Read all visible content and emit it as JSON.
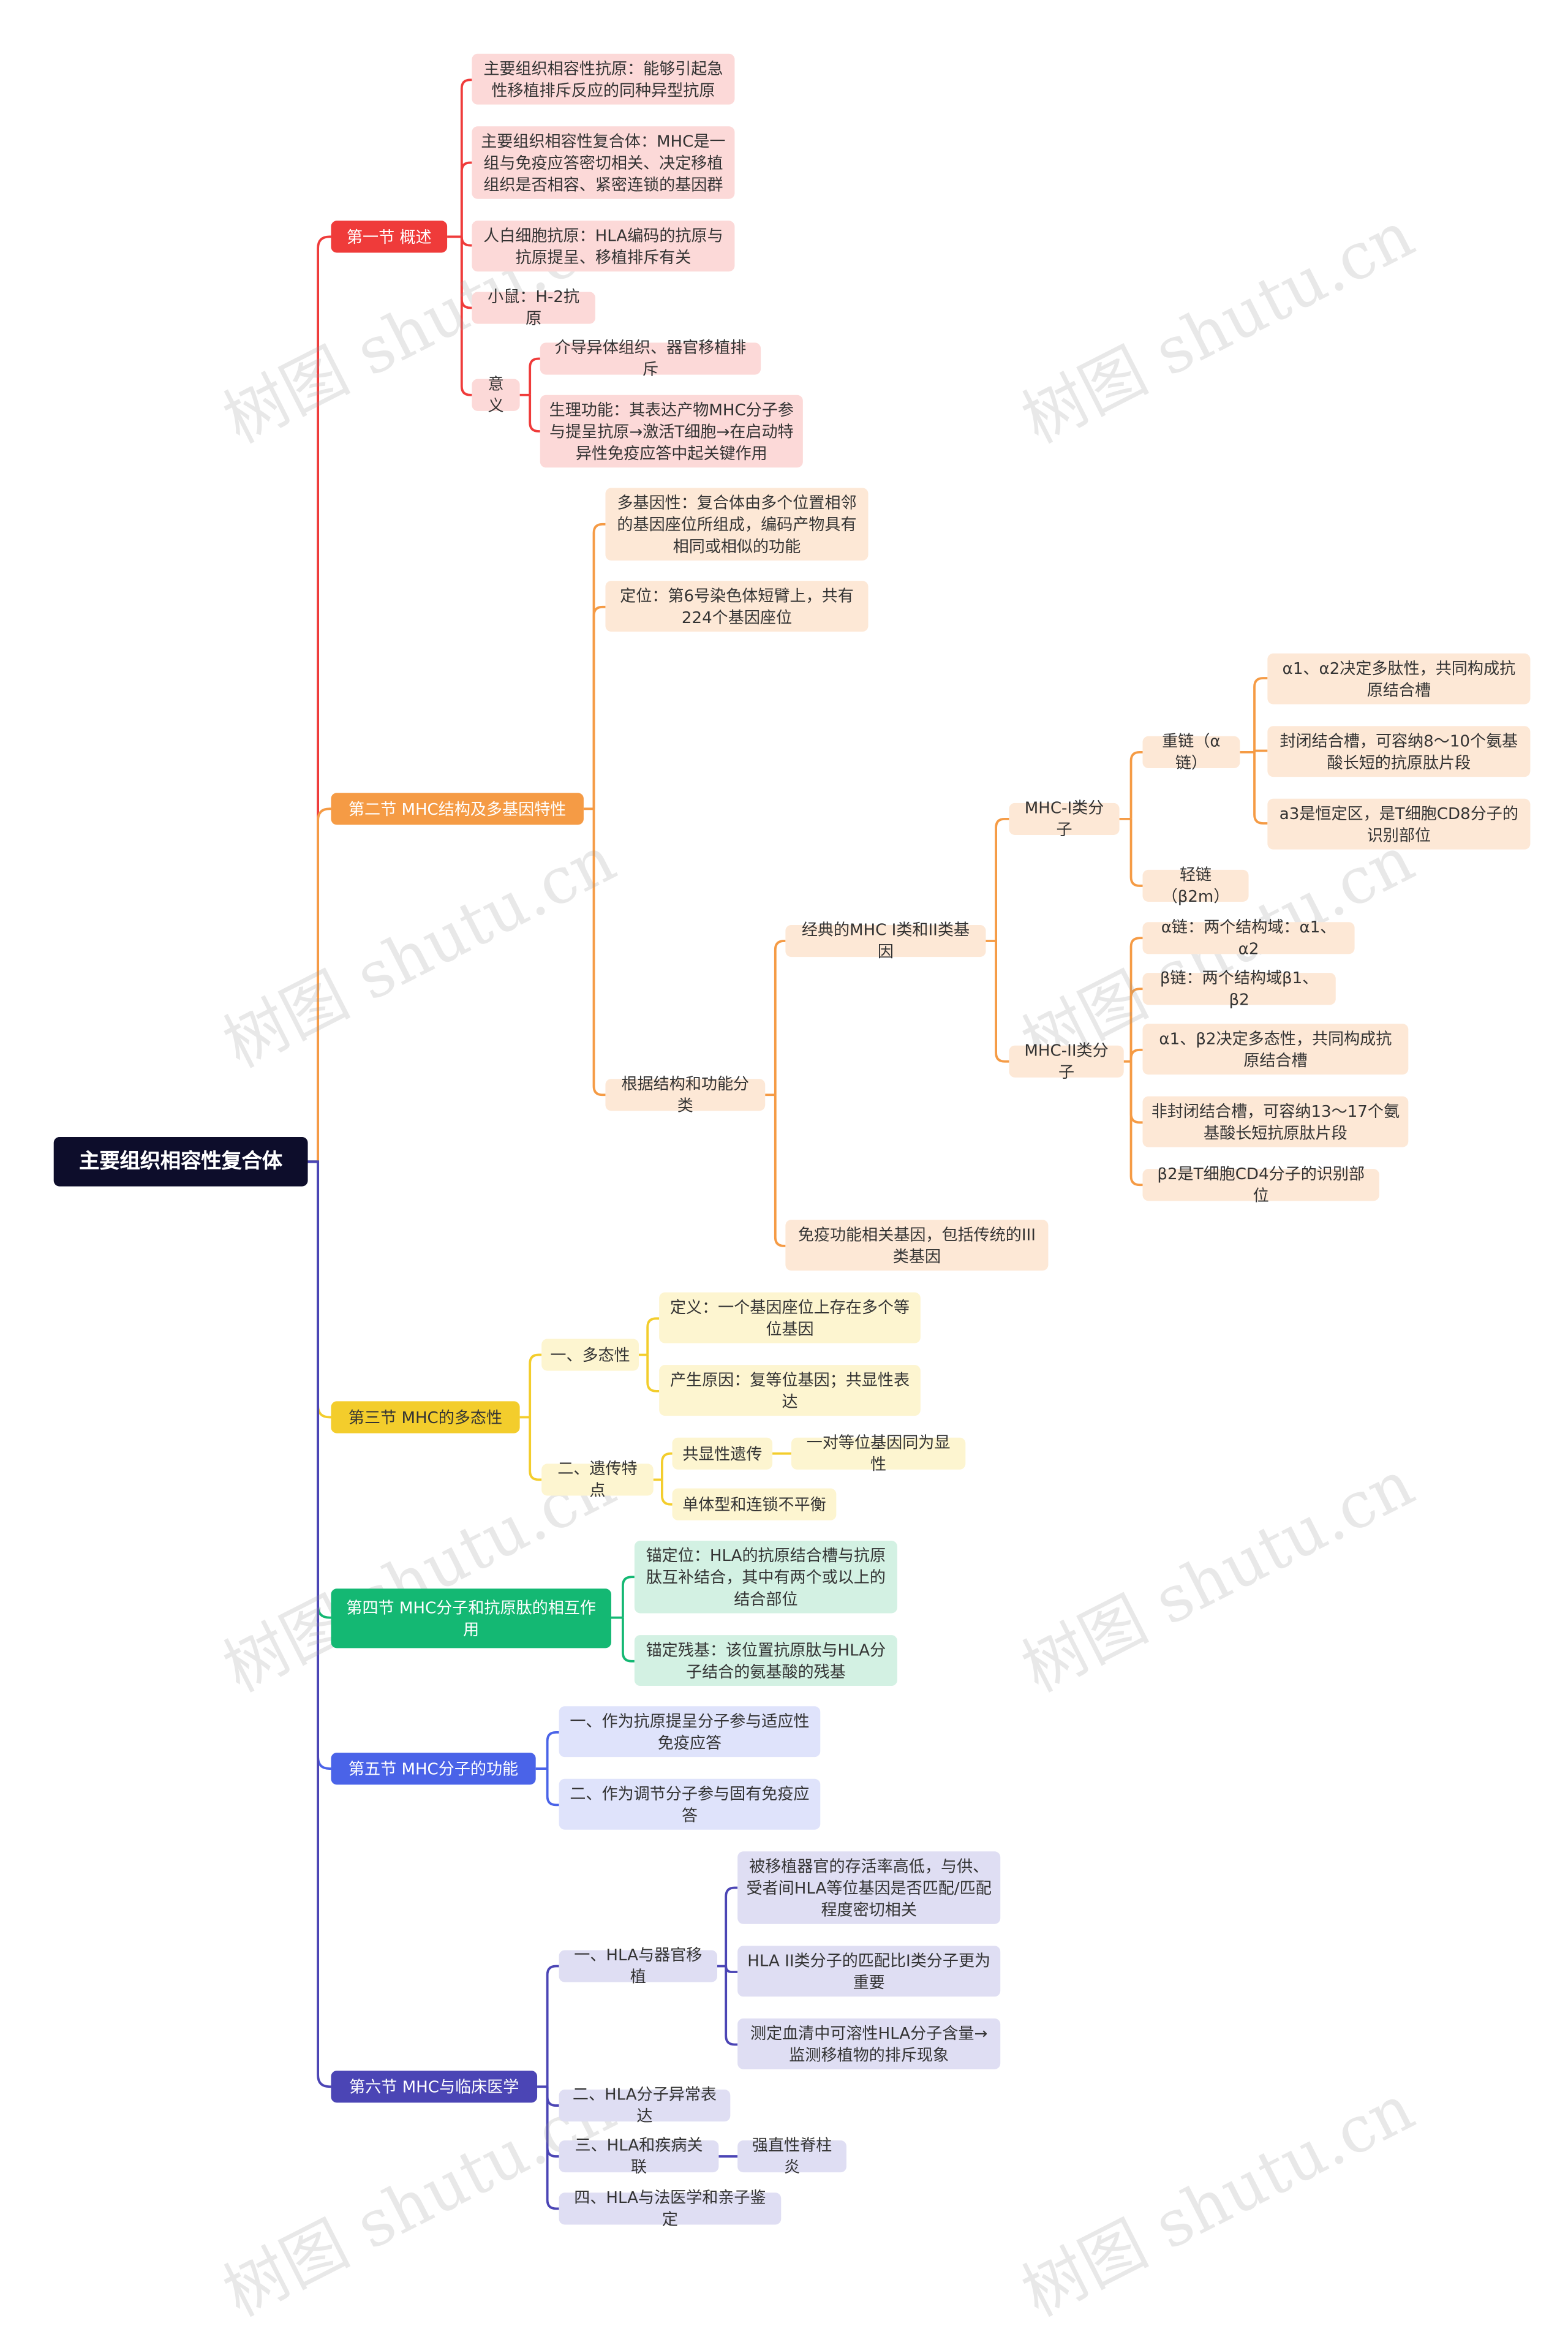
{
  "root": "主要组织相容性复合体",
  "colors": {
    "red": "#ef3b3a",
    "orange": "#f59b45",
    "yellow": "#f3cd2c",
    "green": "#14b873",
    "blue": "#4a63e8",
    "indigo": "#4b45b5",
    "root_bg": "#0d0d2b"
  },
  "sections": {
    "s1": {
      "title": "第一节 概述",
      "items": {
        "a": "主要组织相容性抗原：能够引起急性移植排斥反应的同种异型抗原",
        "b": "主要组织相容性复合体：MHC是一组与免疫应答密切相关、决定移植组织是否相容、紧密连锁的基因群",
        "c": "人白细胞抗原：HLA编码的抗原与抗原提呈、移植排斥有关",
        "d": "小鼠：H-2抗原",
        "e": "意义",
        "e1": "介导异体组织、器官移植排斥",
        "e2": "生理功能：其表达产物MHC分子参与提呈抗原→激活T细胞→在启动特异性免疫应答中起关键作用"
      }
    },
    "s2": {
      "title": "第二节 MHC结构及多基因特性",
      "items": {
        "a": "多基因性：复合体由多个位置相邻的基因座位所组成，编码产物具有相同或相似的功能",
        "b": "定位：第6号染色体短臂上，共有224个基因座位",
        "c": "根据结构和功能分类",
        "c1": "经典的MHC I类和II类基因",
        "c1a": "MHC-I类分子",
        "c1a1": "重链（α链）",
        "c1a1a": "α1、α2决定多肽性，共同构成抗原结合槽",
        "c1a1b": "封闭结合槽，可容纳8～10个氨基酸长短的抗原肽片段",
        "c1a1c": "a3是恒定区，是T细胞CD8分子的识别部位",
        "c1a2": "轻链（β2m）",
        "c1b": "MHC-II类分子",
        "c1b1": "α链：两个结构域：α1、α2",
        "c1b2": "β链：两个结构域β1、β2",
        "c1b3": "α1、β2决定多态性，共同构成抗原结合槽",
        "c1b4": "非封闭结合槽，可容纳13～17个氨基酸长短抗原肽片段",
        "c1b5": "β2是T细胞CD4分子的识别部位",
        "c2": "免疫功能相关基因，包括传统的III类基因"
      }
    },
    "s3": {
      "title": "第三节 MHC的多态性",
      "items": {
        "a": "一、多态性",
        "a1": "定义：一个基因座位上存在多个等位基因",
        "a2": "产生原因：复等位基因；共显性表达",
        "b": "二、遗传特点",
        "b1": "共显性遗传",
        "b1a": "一对等位基因同为显性",
        "b2": "单体型和连锁不平衡"
      }
    },
    "s4": {
      "title": "第四节 MHC分子和抗原肽的相互作用",
      "items": {
        "a": "锚定位：HLA的抗原结合槽与抗原肽互补结合，其中有两个或以上的结合部位",
        "b": "锚定残基：该位置抗原肽与HLA分子结合的氨基酸的残基"
      }
    },
    "s5": {
      "title": "第五节 MHC分子的功能",
      "items": {
        "a": "一、作为抗原提呈分子参与适应性免疫应答",
        "b": "二、作为调节分子参与固有免疫应答"
      }
    },
    "s6": {
      "title": "第六节 MHC与临床医学",
      "items": {
        "a": "一、HLA与器官移植",
        "a1": "被移植器官的存活率高低，与供、受者间HLA等位基因是否匹配/匹配程度密切相关",
        "a2": "HLA II类分子的匹配比I类分子更为重要",
        "a3": "测定血清中可溶性HLA分子含量→监测移植物的排斥现象",
        "b": "二、HLA分子异常表达",
        "c": "三、HLA和疾病关联",
        "c1": "强直性脊柱炎",
        "d": "四、HLA与法医学和亲子鉴定"
      }
    }
  },
  "watermark": "树图 shutu.cn"
}
